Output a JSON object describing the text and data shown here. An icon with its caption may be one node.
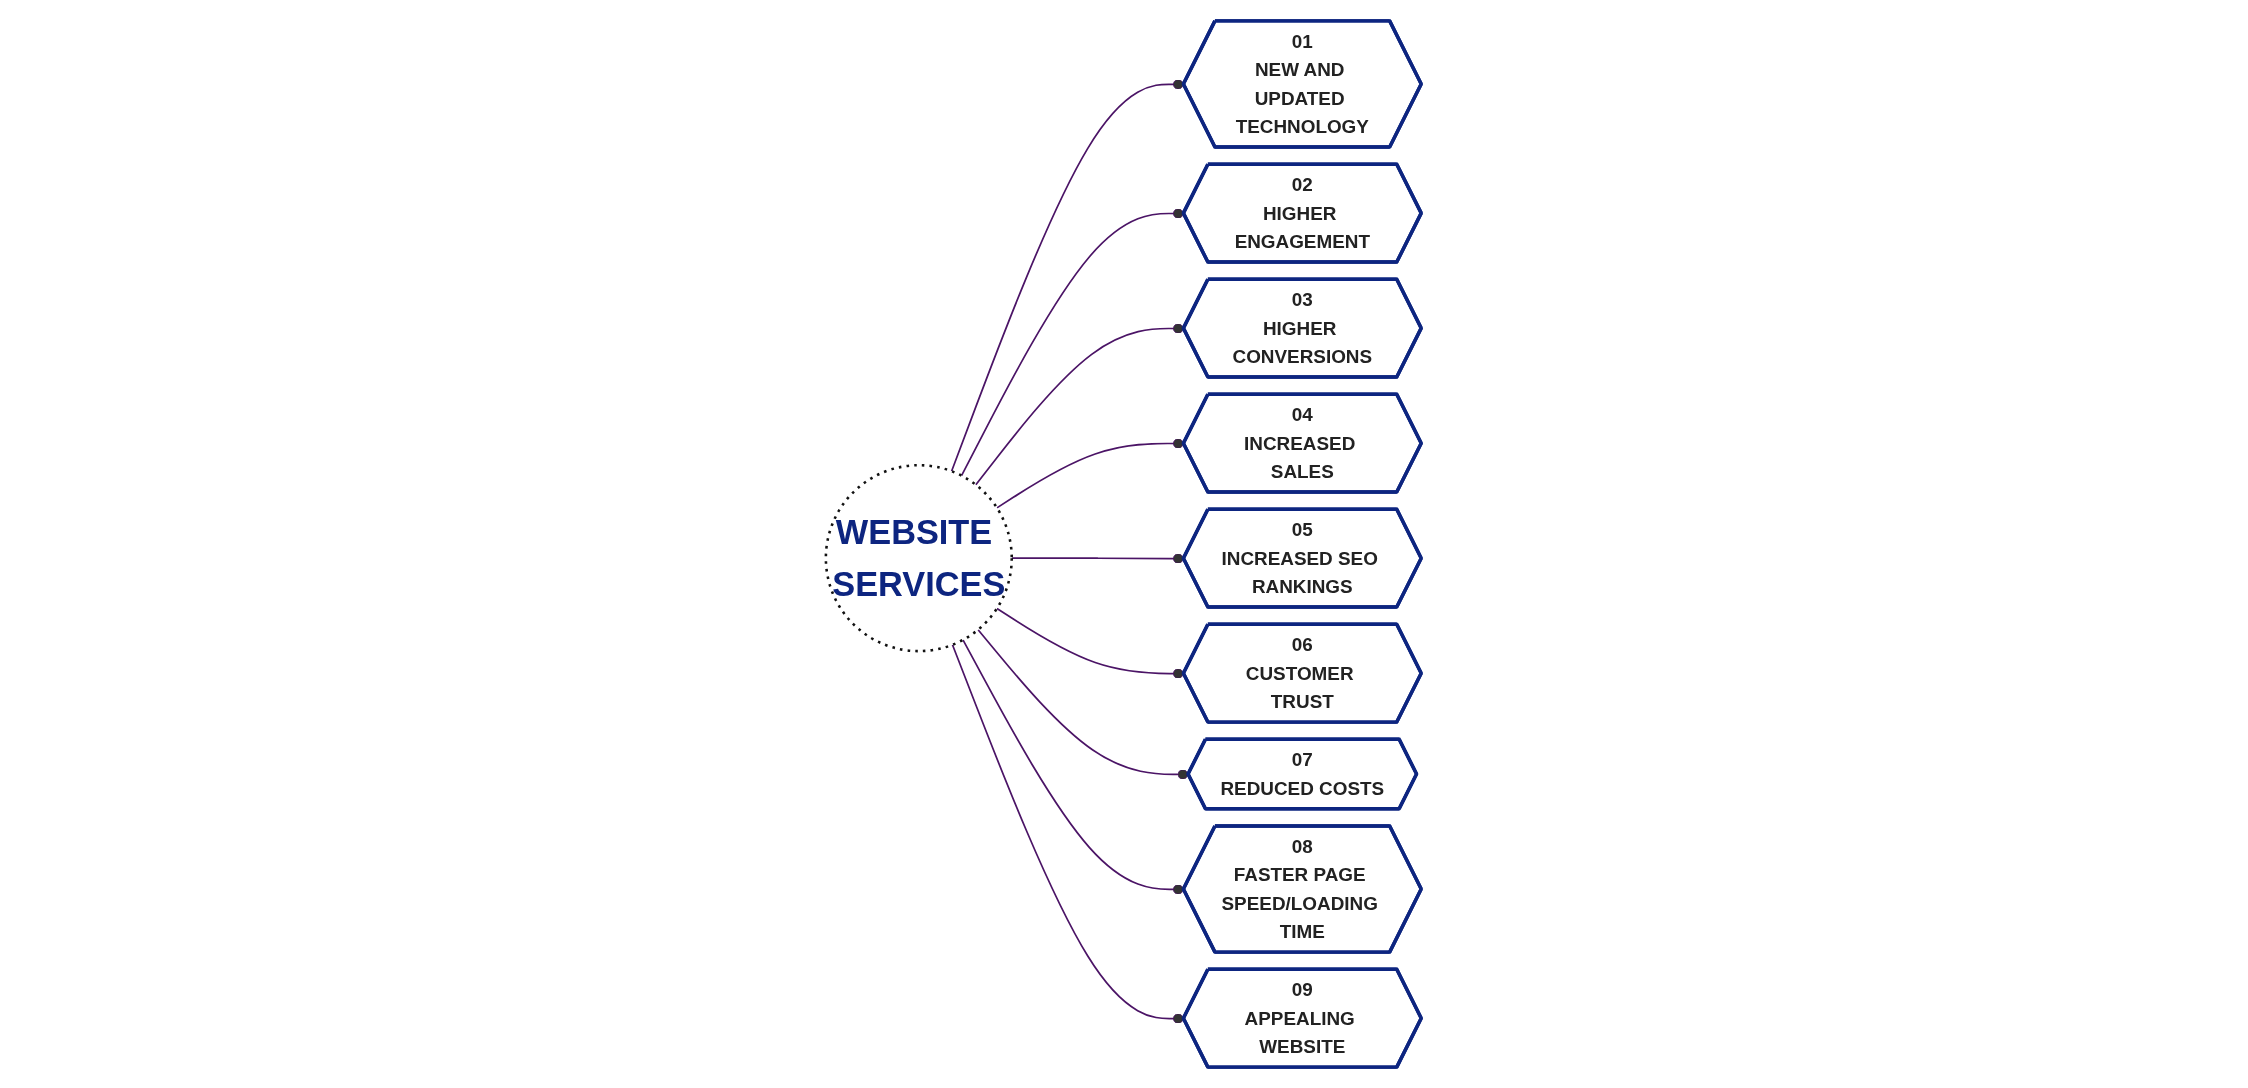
{
  "diagram": {
    "nodes": [
      {
        "text": [
          "WEBSITE SERVICES"
        ]
      },
      {
        "text": [
          "01",
          "NEW AND UPDATED TECHNOLOGY"
        ]
      },
      {
        "text": [
          "02",
          "HIGHER ENGAGEMENT"
        ]
      },
      {
        "text": [
          "03",
          "HIGHER CONVERSIONS"
        ]
      },
      {
        "text": [
          "04",
          "INCREASED SALES"
        ]
      },
      {
        "text": [
          "05",
          "INCREASED SEO RANKINGS"
        ]
      },
      {
        "text": [
          "06",
          "CUSTOMER TRUST"
        ]
      },
      {
        "text": [
          "07",
          "REDUCED COSTS"
        ]
      },
      {
        "text": [
          "08",
          "FASTER PAGE SPEED/LOADING TIME"
        ]
      },
      {
        "text": [
          "09",
          "APPEALING WEBSITE"
        ]
      }
    ],
    "edges": [
      {
        "from": 0,
        "to": 1,
        "arrow": "other"
      },
      {
        "from": 0,
        "to": 2,
        "arrow": "other"
      },
      {
        "from": 0,
        "to": 3,
        "arrow": "other"
      },
      {
        "from": 0,
        "to": 4,
        "arrow": "other"
      },
      {
        "from": 0,
        "to": 5,
        "arrow": "other"
      },
      {
        "from": 0,
        "to": 6,
        "arrow": "other"
      },
      {
        "from": 0,
        "to": 7,
        "arrow": "other"
      },
      {
        "from": 0,
        "to": 8,
        "arrow": "other"
      },
      {
        "from": 0,
        "to": 9,
        "arrow": "other"
      }
    ]
  }
}
